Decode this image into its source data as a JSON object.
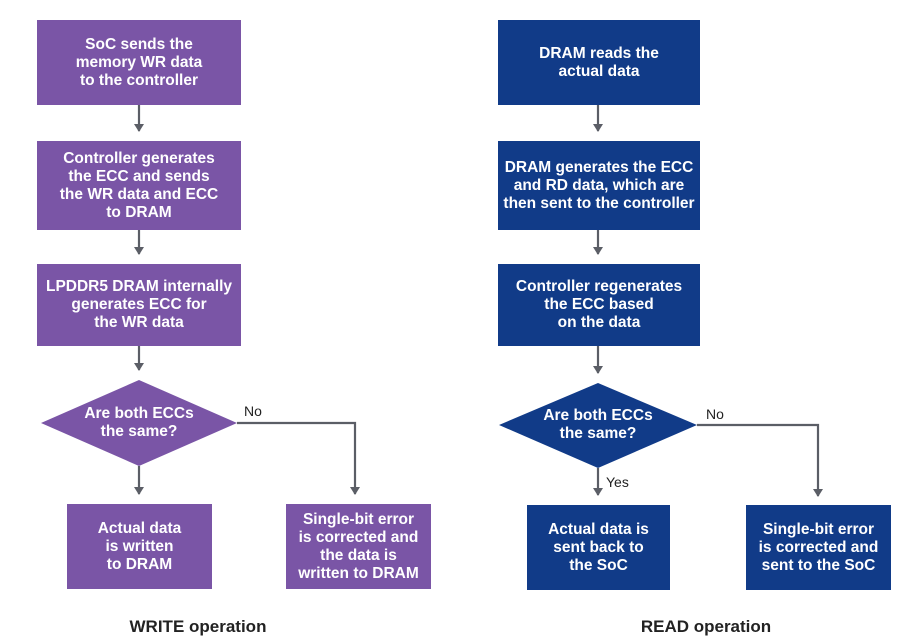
{
  "colors": {
    "write_fill": "#7a55a6",
    "read_fill": "#113b88",
    "arrow": "#5b5e66"
  },
  "write": {
    "step1": "SoC sends the\nmemory WR data\nto the controller",
    "step2": "Controller generates\nthe ECC and sends\nthe WR data and ECC\nto DRAM",
    "step3": "LPDDR5 DRAM internally\ngenerates ECC for\nthe WR data",
    "decision": "Are both ECCs\nthe same?",
    "no_label": "No",
    "result_same": "Actual data\nis written\nto DRAM",
    "result_diff": "Single-bit error\nis corrected and\nthe data is\nwritten to DRAM",
    "caption": "WRITE operation"
  },
  "read": {
    "step1": "DRAM reads the\nactual data",
    "step2": "DRAM generates the ECC\nand RD data, which are\nthen sent to the controller",
    "step3": "Controller regenerates\nthe ECC based\non the data",
    "decision": "Are both ECCs\nthe same?",
    "yes_label": "Yes",
    "no_label": "No",
    "result_same": "Actual data is\nsent back to\nthe SoC",
    "result_diff": "Single-bit error\nis corrected and\nsent to the SoC",
    "caption": "READ operation"
  }
}
